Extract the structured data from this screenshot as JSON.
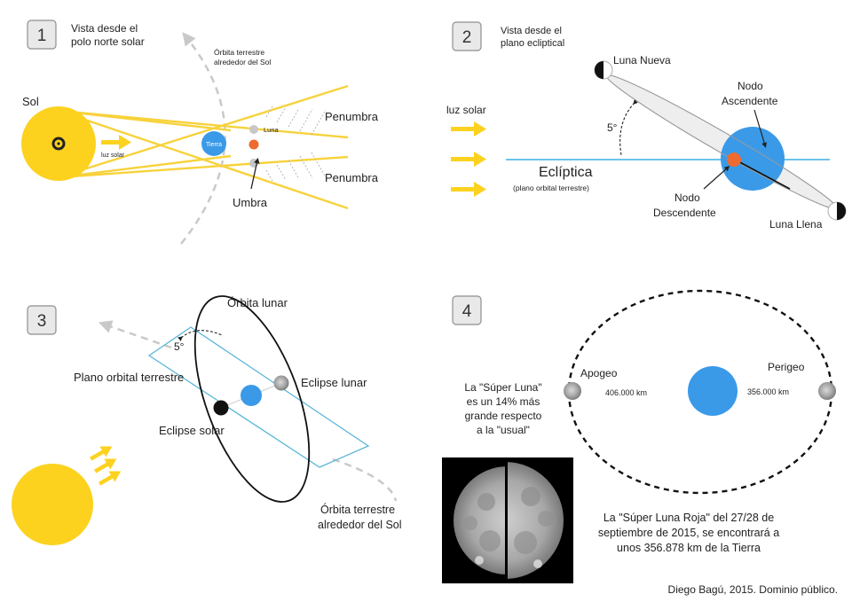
{
  "colors": {
    "sun": "#fcd21f",
    "ray": "#f7d23b",
    "earth": "#3a9ae8",
    "moon_orange": "#ee6b2f",
    "ecliptic_line": "#3ab2e3",
    "orbit_gray": "#c9c9c9",
    "plane_outline": "#5ab6d8"
  },
  "panel1": {
    "number": "1",
    "title_line1": "Vista desde el",
    "title_line2": "polo norte solar",
    "orbit_label_line1": "Órbita terrestre",
    "orbit_label_line2": "alrededor del Sol",
    "sun_label": "Sol",
    "sunlight_label": "luz solar",
    "earth_label": "Tierra",
    "moon_label": "Luna",
    "penumbra_top": "Penumbra",
    "penumbra_bottom": "Penumbra",
    "umbra": "Umbra"
  },
  "panel2": {
    "number": "2",
    "title_line1": "Vista desde el",
    "title_line2": "plano ecliptical",
    "sunlight_label": "luz solar",
    "new_moon": "Luna Nueva",
    "angle": "5°",
    "ascending_line1": "Nodo",
    "ascending_line2": "Ascendente",
    "ecliptic": "Eclíptica",
    "ecliptic_sub": "(plano orbital terrestre)",
    "descending_line1": "Nodo",
    "descending_line2": "Descendente",
    "full_moon": "Luna Llena"
  },
  "panel3": {
    "number": "3",
    "lunar_orbit": "Órbita lunar",
    "angle": "5°",
    "plane_label": "Plano orbital terrestre",
    "lunar_eclipse": "Eclipse lunar",
    "solar_eclipse": "Eclipse solar",
    "earth_orbit_line1": "Órbita terrestre",
    "earth_orbit_line2": "alrededor del Sol"
  },
  "panel4": {
    "number": "4",
    "apogee": "Apogeo",
    "apogee_distance": "406.000 km",
    "perigee": "Perigeo",
    "perigee_distance": "356.000 km",
    "super_line1": "La \"Súper Luna\"",
    "super_line2": "es un 14% más",
    "super_line3": "grande respecto",
    "super_line4": "a la \"usual\"",
    "red_line1": "La \"Súper Luna Roja\" del 27/28 de",
    "red_line2": "septiembre de 2015, se encontrará a",
    "red_line3": "unos 356.878 km de la Tierra"
  },
  "credit": "Diego Bagú, 2015. Dominio público."
}
